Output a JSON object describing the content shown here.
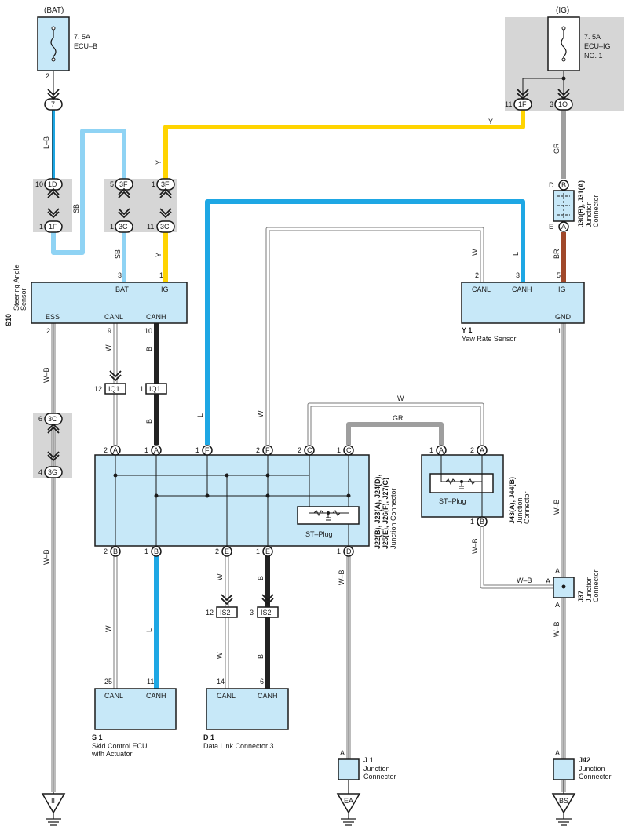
{
  "power": {
    "bat": "(BAT)",
    "ig": "(IG)",
    "fuse_b_rating": "7. 5A",
    "fuse_b_name": "ECU–B",
    "fuse_ig_rating": "7. 5A",
    "fuse_ig_name": "ECU–IG",
    "fuse_ig_no": "NO. 1"
  },
  "connectors": {
    "c7": "7",
    "c1d": "1D",
    "c1f": "1F",
    "c3f": "3F",
    "c3c": "3C",
    "c1f_ig": "1F",
    "c1o": "1O",
    "c3g": "3G",
    "iq1": "IQ1",
    "is2": "IS2",
    "A": "A",
    "B": "B",
    "C": "C",
    "D": "D",
    "E": "E",
    "F": "F"
  },
  "wire_colors": {
    "lb": "L–B",
    "sb": "SB",
    "y": "Y",
    "gr": "GR",
    "br": "BR",
    "w": "W",
    "b": "B",
    "l": "L",
    "wb": "W–B"
  },
  "pins": {
    "p1": "1",
    "p2": "2",
    "p3": "3",
    "p4": "4",
    "p5": "5",
    "p6": "6",
    "p9": "9",
    "p10": "10",
    "p11": "11",
    "p12": "12",
    "p14": "14",
    "p25": "25"
  },
  "components": {
    "s10": {
      "id": "S10",
      "name1": "Steering Angle",
      "name2": "Sensor",
      "bat": "BAT",
      "ig": "IG",
      "ess": "ESS",
      "canl": "CANL",
      "canh": "CANH"
    },
    "y1": {
      "id": "Y 1",
      "name": "Yaw Rate Sensor",
      "canl": "CANL",
      "canh": "CANH",
      "ig": "IG",
      "gnd": "GND"
    },
    "j30": {
      "id": "J30(B), J31(A)",
      "name1": "Junction",
      "name2": "Connector"
    },
    "jbig": {
      "id1": "J22(B), J23(A), J24(D),",
      "id2": "J25(E), J26(F), J27(C)",
      "name": "Junction Connector",
      "plug": "ST–Plug"
    },
    "j43": {
      "id": "J43(A), J44(B)",
      "name1": "Junction",
      "name2": "Connector",
      "plug": "ST–Plug"
    },
    "j37": {
      "id": "J37",
      "name1": "Junction",
      "name2": "Connector"
    },
    "s1": {
      "id": "S 1",
      "name1": "Skid Control ECU",
      "name2": "with Actuator",
      "canl": "CANL",
      "canh": "CANH"
    },
    "d1": {
      "id": "D 1",
      "name": "Data Link Connector 3",
      "canl": "CANL",
      "canh": "CANH"
    },
    "j1": {
      "id": "J 1",
      "name1": "Junction",
      "name2": "Connector"
    },
    "j42": {
      "id": "J42",
      "name1": "Junction",
      "name2": "Connector"
    }
  },
  "grounds": {
    "g1": "II",
    "g2": "EA",
    "g3": "BS"
  },
  "colors": {
    "yellow": "#ffd400",
    "light_blue": "#8fd3f4",
    "blue": "#1ea7e4",
    "gray": "#9e9e9e",
    "brown": "#a0482a",
    "black": "#222222",
    "box_fill": "#c7e8f8",
    "shade": "#d6d6d6"
  }
}
